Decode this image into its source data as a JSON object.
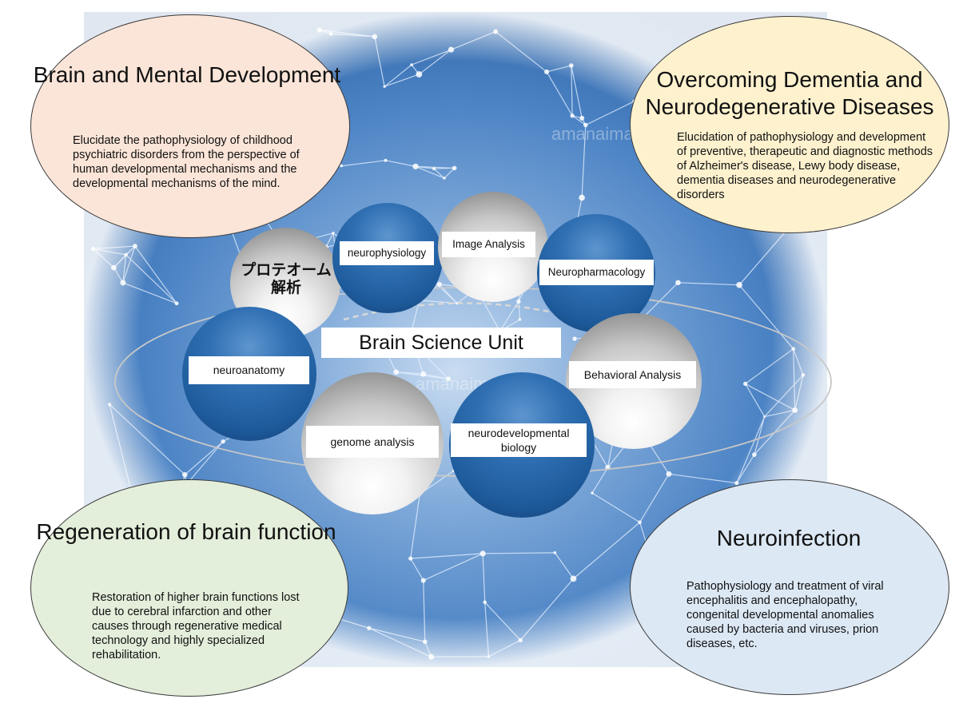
{
  "center": {
    "title": "Brain Science Unit"
  },
  "domains": {
    "top_left": {
      "title": "Brain and Mental Development",
      "description": "Elucidate the pathophysiology of childhood psychiatric disorders from the perspective of human developmental mechanisms and the developmental mechanisms of the mind."
    },
    "top_right": {
      "title": "Overcoming Dementia and Neurodegenerative Diseases",
      "description": "Elucidation of pathophysiology and development of preventive, therapeutic and diagnostic methods of Alzheimer's disease, Lewy body disease, dementia diseases and neurodegenerative disorders"
    },
    "bottom_left": {
      "title": "Regeneration of brain function",
      "description": "Restoration of higher brain functions lost due to cerebral infarction and other causes through regenerative medical technology and highly specialized rehabilitation."
    },
    "bottom_right": {
      "title": "Neuroinfection",
      "description": "Pathophysiology and treatment of viral encephalitis and encephalopathy, congenital developmental anomalies caused by bacteria and viruses, prion diseases, etc."
    }
  },
  "methods": {
    "proteome": "プロテオーム解析",
    "neurophysiology": "neurophysiology",
    "image_analysis": "Image Analysis",
    "neuropharmacology": "Neuropharmacology",
    "behavioral_analysis": "Behavioral Analysis",
    "neuroanatomy": "neuroanatomy",
    "genome_analysis": "genome analysis",
    "neurodevelopmental_biology": "neurodevelopmental biology"
  },
  "watermark": "amanaimages",
  "colors": {
    "blue_sphere": "#2f6fb2",
    "silver_sphere": "#c7c7c7",
    "background_panel": "#4a82c4",
    "top_left_fill": "#fbe5d8",
    "top_right_fill": "#fdf1ce",
    "bottom_left_fill": "#e3eedb",
    "bottom_right_fill": "#dce8f4"
  }
}
